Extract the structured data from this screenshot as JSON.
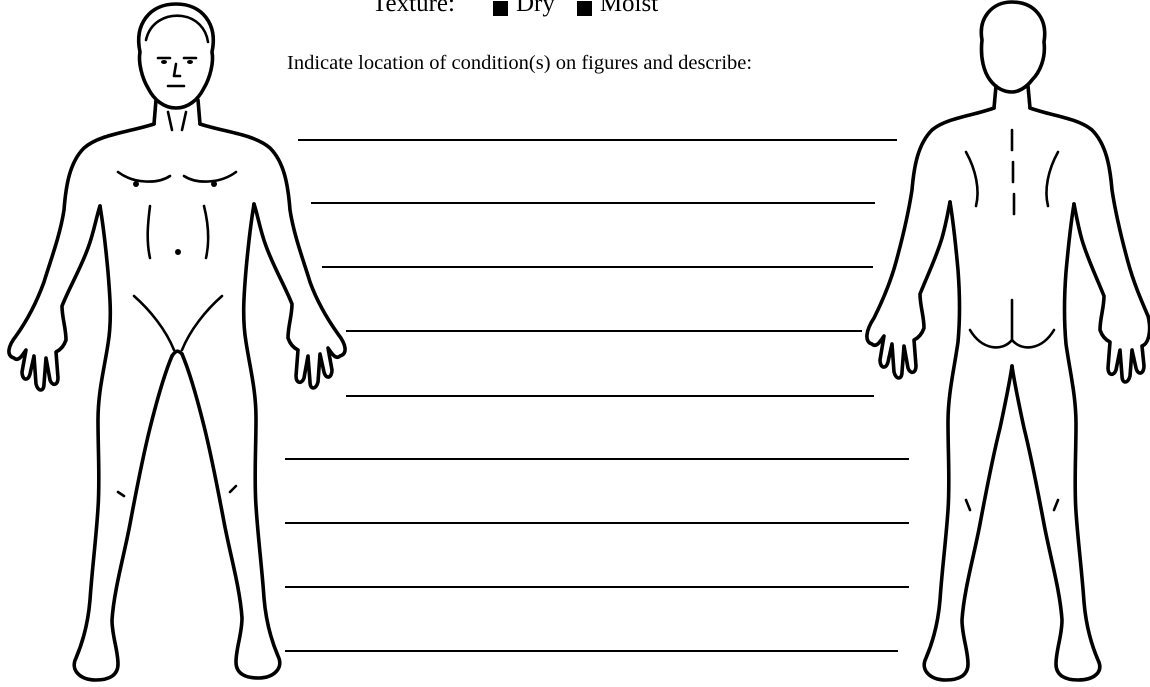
{
  "texture": {
    "label": "Texture:",
    "options": [
      {
        "label": "Dry",
        "checked": false
      },
      {
        "label": "Moist",
        "checked": false
      }
    ]
  },
  "instruction": "Indicate location of condition(s) on figures and describe:",
  "description_lines": [
    {
      "value": ""
    },
    {
      "value": ""
    },
    {
      "value": ""
    },
    {
      "value": ""
    },
    {
      "value": ""
    },
    {
      "value": ""
    },
    {
      "value": ""
    },
    {
      "value": ""
    },
    {
      "value": ""
    }
  ]
}
